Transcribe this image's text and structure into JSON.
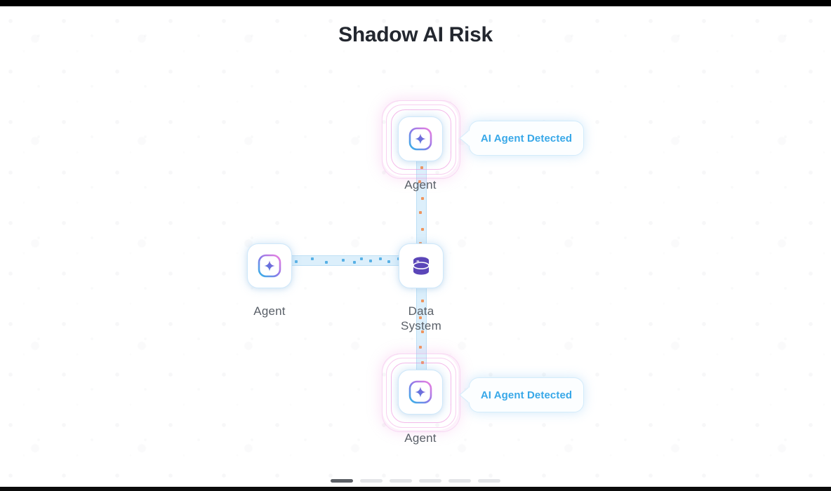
{
  "title": "Shadow AI Risk",
  "colors": {
    "title": "#23272f",
    "label": "#5a6068",
    "tooltip_text": "#38a8e8",
    "alert_ring": "#ec82d8",
    "connector": "#d6ecfa",
    "packet_blue": "#3fa4e0",
    "packet_orange": "#f08a4b",
    "database": "#5b46b8",
    "dash_active": "#5c6066",
    "dash_inactive": "#e3e5e8"
  },
  "nodes": [
    {
      "id": "agent-top",
      "label": "Agent",
      "icon": "sparkle-icon",
      "alert": true,
      "tooltip": "AI Agent Detected"
    },
    {
      "id": "agent-left",
      "label": "Agent",
      "icon": "sparkle-icon",
      "alert": false,
      "tooltip": ""
    },
    {
      "id": "data-system",
      "label": "Data\nSystem",
      "label_line1": "Data",
      "label_line2": "System",
      "icon": "database-icon",
      "alert": false,
      "tooltip": ""
    },
    {
      "id": "agent-bottom",
      "label": "Agent",
      "icon": "sparkle-icon",
      "alert": true,
      "tooltip": "AI Agent Detected"
    }
  ],
  "tooltips": {
    "top": "AI Agent Detected",
    "bottom": "AI Agent Detected"
  },
  "progress": {
    "total": 6,
    "active_index": 0
  }
}
